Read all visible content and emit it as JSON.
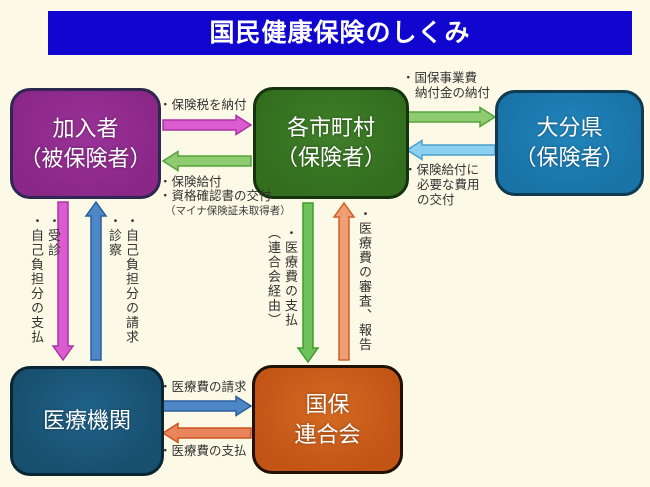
{
  "page": {
    "background": "#FCFAE6"
  },
  "title": {
    "text": "国民健康保険のしくみ",
    "bg_color": "#1105D0",
    "text_color": "#FFFFFF"
  },
  "boxes": {
    "insured": {
      "lines": [
        "加入者",
        "（被保険者）"
      ],
      "color": "#8A2787"
    },
    "municipality": {
      "lines": [
        "各市町村",
        "（保険者）"
      ],
      "color": "#326E1E"
    },
    "oita_pref": {
      "lines": [
        "大分県",
        "（保険者）"
      ],
      "color": "#1973A7"
    },
    "medical_institution": {
      "lines": [
        "医療機関"
      ],
      "color": "#174F6E"
    },
    "kokuho_federation": {
      "lines": [
        "国保",
        "連合会"
      ],
      "color": "#C25416"
    }
  },
  "labels": {
    "premium_payment": "・保険税を納付",
    "insurance_benefit": "・保険給付",
    "certificate_issue": "・資格確認書の交付",
    "certificate_note": "（マイナ保険証未取得者）",
    "business_fee_line1": "・国保事業費",
    "business_fee_line2": "納付金の納付",
    "benefit_cost_line1": "・保険給付に",
    "benefit_cost_line2": "必要な費用",
    "benefit_cost_line3": "の交付",
    "visit": "・受診",
    "self_pay_payment": "・自己負担分の支払",
    "self_pay_claim": "・自己負担分の請求",
    "examination": "・診察",
    "medical_fee_payment_via_line1": "・医療費の支払",
    "medical_fee_payment_via_line2": "（連合会経由）",
    "review_and_report": "・医療費の審査、報告",
    "medical_fee_claim": "・医療費の請求",
    "medical_fee_payment": "・医療費の支払"
  },
  "arrow_colors": {
    "magenta": {
      "fill": "#DB5CD0",
      "stroke": "#A934A2"
    },
    "green": {
      "fill": "#8FCB70",
      "stroke": "#54A33B"
    },
    "green_vertical": {
      "fill": "#6EC35B",
      "stroke": "#3F9B2F"
    },
    "light_blue": {
      "fill": "#8CCFEE",
      "stroke": "#4BA0CC"
    },
    "blue": {
      "fill": "#4D87C6",
      "stroke": "#2D5E9E"
    },
    "orange_up": {
      "fill": "#EF9D72",
      "stroke": "#CF5F26"
    },
    "orange_left": {
      "fill": "#E8855C",
      "stroke": "#CB5420"
    }
  }
}
